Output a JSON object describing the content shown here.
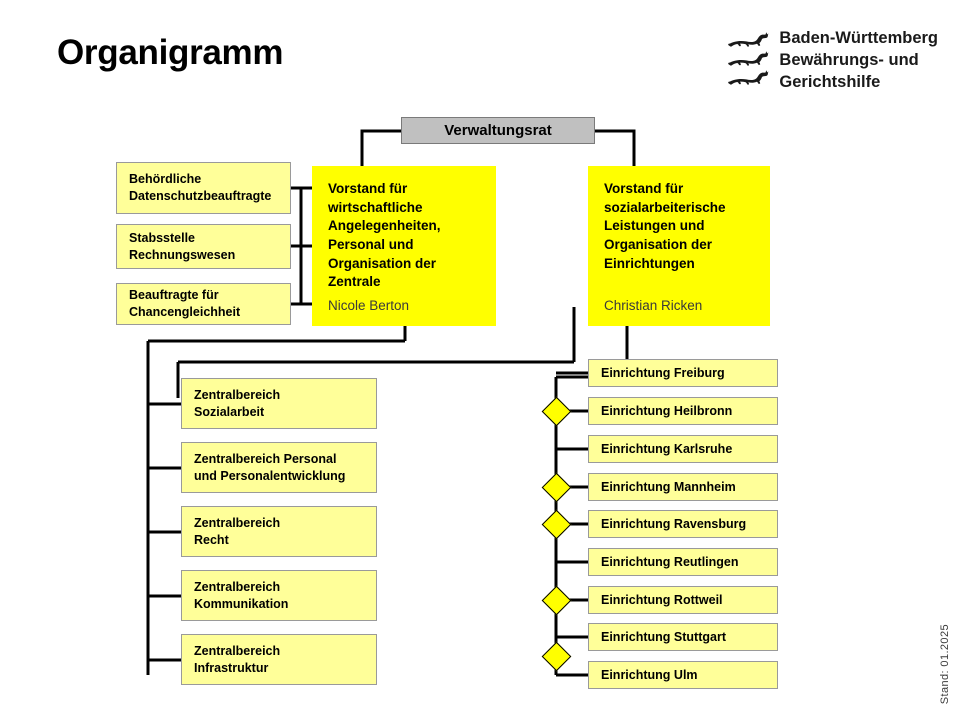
{
  "page": {
    "title": "Organigramm",
    "stand_note": "Stand: 01.2025"
  },
  "logo": {
    "line1": "Baden-Württemberg",
    "line2": "Bewährungs- und",
    "line3": "Gerichtshilfe",
    "emblem": "three-lions-crest"
  },
  "chart_data": {
    "type": "diagram",
    "colors": {
      "board_box": "#ffff00",
      "pale_box": "#ffff99",
      "council_box": "#c0c0c0",
      "line": "#000000",
      "box_border": "#9a9a9a"
    },
    "council": {
      "label": "Verwaltungsrat"
    },
    "staff_units": [
      {
        "label": "Behördliche\nDatenschutzbeauftragte"
      },
      {
        "label": "Stabsstelle\nRechnungswesen"
      },
      {
        "label": "Beauftragte für\nChancengleichheit"
      }
    ],
    "boards": [
      {
        "title": "Vorstand für\nwirtschaftliche\nAngelegenheiten,\nPersonal und\nOrganisation der\nZentrale",
        "person": "Nicole Berton"
      },
      {
        "title": "Vorstand für\nsozialarbeiterische\nLeistungen und\nOrganisation der\nEinrichtungen",
        "person": "Christian Ricken"
      }
    ],
    "central_divisions": [
      {
        "label": "Zentralbereich\nSozialarbeit"
      },
      {
        "label": "Zentralbereich Personal\nund Personalentwicklung"
      },
      {
        "label": "Zentralbereich\nRecht"
      },
      {
        "label": "Zentralbereich\nKommunikation"
      },
      {
        "label": "Zentralbereich\nInfrastruktur"
      }
    ],
    "facilities": [
      {
        "label": "Einrichtung Freiburg"
      },
      {
        "label": "Einrichtung Heilbronn"
      },
      {
        "label": "Einrichtung Karlsruhe"
      },
      {
        "label": "Einrichtung Mannheim"
      },
      {
        "label": "Einrichtung Ravensburg"
      },
      {
        "label": "Einrichtung Reutlingen"
      },
      {
        "label": "Einrichtung Rottweil"
      },
      {
        "label": "Einrichtung Stuttgart"
      },
      {
        "label": "Einrichtung Ulm"
      }
    ]
  }
}
